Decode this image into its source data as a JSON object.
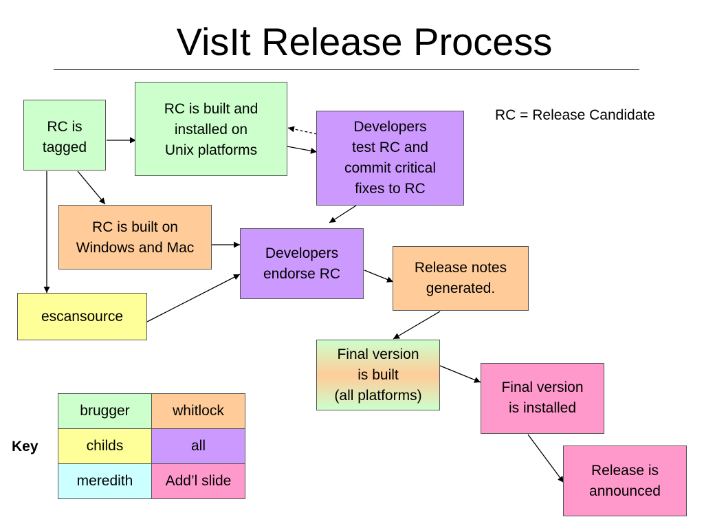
{
  "title": "VisIt Release Process",
  "legend_note": "RC = Release Candidate",
  "colors": {
    "green": "#ccffcc",
    "orange": "#ffcc99",
    "purple": "#cc99ff",
    "yellow": "#ffff99",
    "pink": "#ff99cc",
    "cyan": "#ccffff"
  },
  "steps": {
    "rc_tagged": "RC is\ntagged",
    "built_unix": "RC is built and\ninstalled on\nUnix platforms",
    "dev_test": "Developers\ntest RC and\ncommit critical\nfixes to RC",
    "built_win_mac": "RC is built on\nWindows and Mac",
    "escansource": "escansource",
    "dev_endorse": "Developers\nendorse RC",
    "release_notes": "Release notes\ngenerated.",
    "final_built": "Final version\nis built\n(all platforms)",
    "final_installed": "Final version\nis installed",
    "announced": "Release is\nannounced"
  },
  "key": {
    "label": "Key",
    "brugger": "brugger",
    "whitlock": "whitlock",
    "childs": "childs",
    "all": "all",
    "meredith": "meredith",
    "addl_slide": "Add’l slide"
  }
}
